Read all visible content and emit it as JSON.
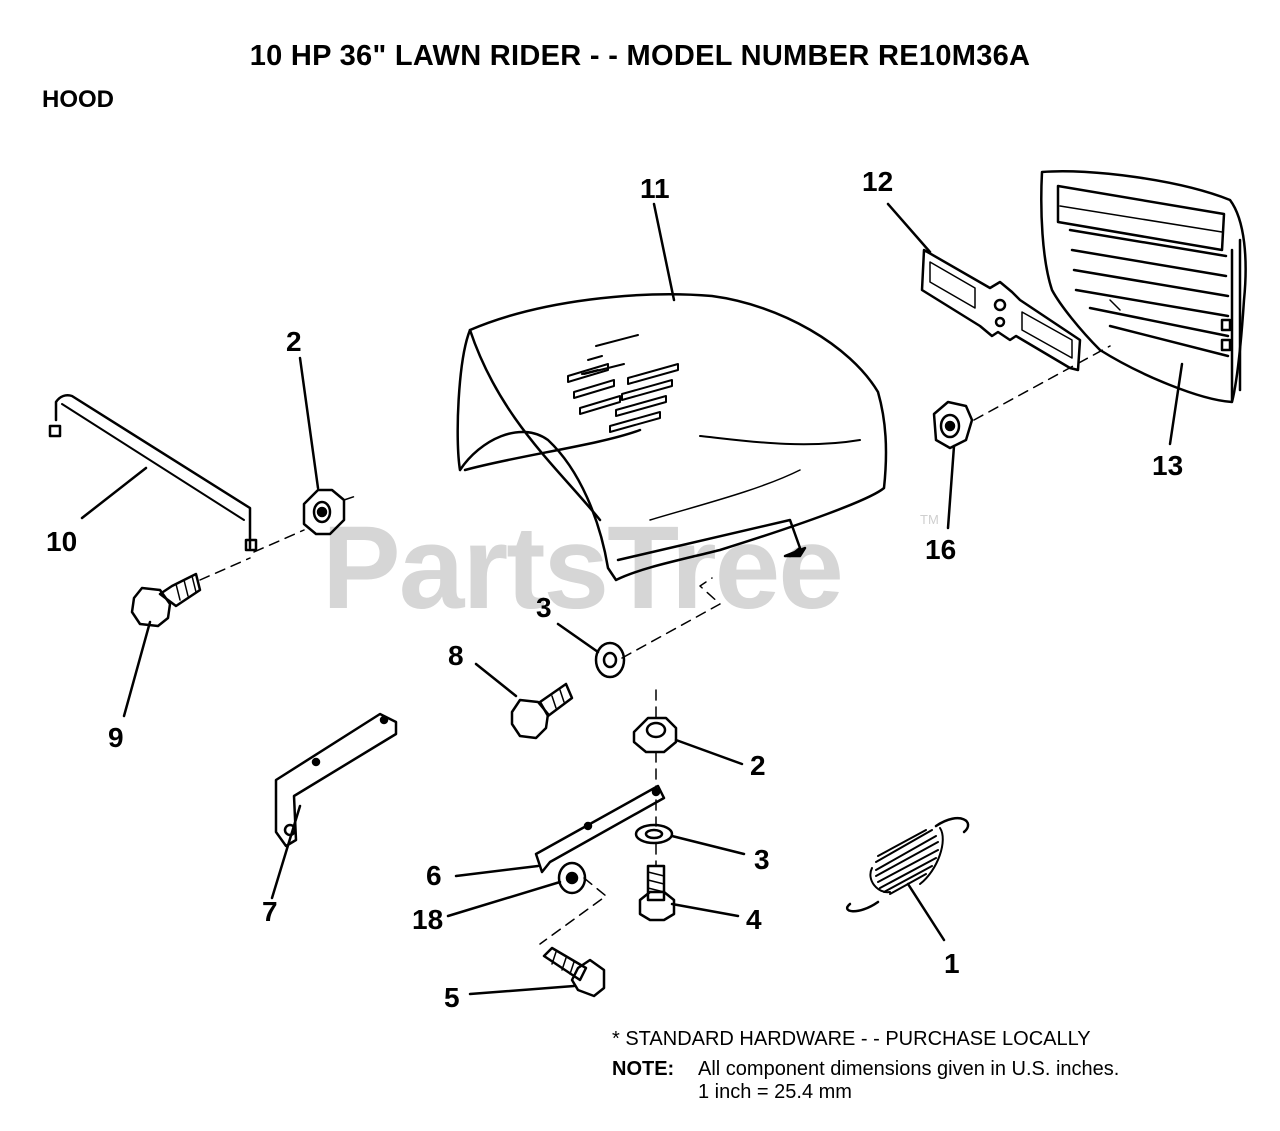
{
  "header": {
    "title": "10 HP 36\" LAWN RIDER - - MODEL NUMBER RE10M36A",
    "section": "HOOD"
  },
  "watermark": {
    "text": "PartsTree",
    "mark": "TM"
  },
  "callouts": [
    {
      "id": "c11",
      "label": "11"
    },
    {
      "id": "c12",
      "label": "12"
    },
    {
      "id": "c13",
      "label": "13"
    },
    {
      "id": "c2a",
      "label": "2"
    },
    {
      "id": "c10",
      "label": "10"
    },
    {
      "id": "c16",
      "label": "16"
    },
    {
      "id": "c3a",
      "label": "3"
    },
    {
      "id": "c8",
      "label": "8"
    },
    {
      "id": "c9",
      "label": "9"
    },
    {
      "id": "c2b",
      "label": "2"
    },
    {
      "id": "c3b",
      "label": "3"
    },
    {
      "id": "c6",
      "label": "6"
    },
    {
      "id": "c7",
      "label": "7"
    },
    {
      "id": "c18",
      "label": "18"
    },
    {
      "id": "c4",
      "label": "4"
    },
    {
      "id": "c1",
      "label": "1"
    },
    {
      "id": "c5",
      "label": "5"
    }
  ],
  "notes": {
    "hardware": "* STANDARD HARDWARE - - PURCHASE LOCALLY",
    "note_label": "NOTE:",
    "note_text": "All component dimensions given in U.S. inches.",
    "conversion": "1 inch = 25.4 mm"
  }
}
